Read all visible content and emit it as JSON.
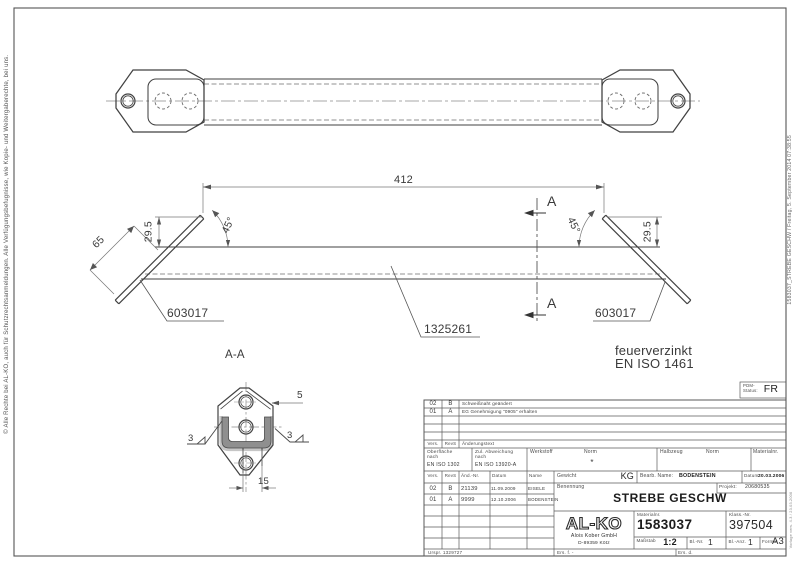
{
  "margins": {
    "copyright": "© Alle Rechte bei AL-KO, auch für Schutzrechtsanmeldungen. Alle Verfügungsbefugnisse, wie Kopie- und Weitergaberechte, bei uns.",
    "print_info": "1583037_STREBE GESCHW / Freitag, 5. September 2014 07:38:55",
    "template_version": "Vorlage vers. 4.3 / 23.03.2006"
  },
  "annotations": {
    "length": "412",
    "height_left": "29.5",
    "height_right": "29.5",
    "angle_left": "45°",
    "angle_right": "45°",
    "plate_length": "65",
    "section_mark_top": "A",
    "section_mark_bottom": "A",
    "section_title": "A-A",
    "part_end_plate_left": "603017",
    "part_end_plate_right": "603017",
    "part_tube": "1325261",
    "finish_line1": "feuerverzinkt",
    "finish_line2": "EN ISO 1461",
    "plate_thickness": "5",
    "weld_left": "3",
    "weld_right": "3",
    "slot_width": "15"
  },
  "pdm": {
    "label": "PDM-\nStatus:",
    "value": "FR"
  },
  "revision_table": {
    "header": {
      "vers": "Vers.",
      "rev": "RevS",
      "text": "Änderungstext"
    },
    "rows": [
      {
        "vers": "02",
        "rev": "B",
        "text": "Schweißnaht geändert"
      },
      {
        "vers": "01",
        "rev": "A",
        "text": "EG Genehmigung \"0905\" erhalten"
      }
    ]
  },
  "tolerance_row": {
    "surface_label": "Oberfläche\nnach",
    "surface_value": "EN ISO 1302",
    "deviation_label": "Zul. Abweichung\nnach",
    "deviation_value": "EN ISO 13920-A",
    "material_label": "Werkstoff",
    "norm1_label": "Norm",
    "norm1_value": "*",
    "semi_label": "Halbzeug",
    "norm2_label": "Norm",
    "materialno_label": "Materialnr."
  },
  "title_block": {
    "history_header": {
      "vers": "Vers.",
      "rev": "RevS",
      "change_no": "Änd.-Nr.",
      "date": "Datum",
      "name": "Name"
    },
    "history_rows": [
      {
        "vers": "02",
        "rev": "B",
        "change_no": "21139",
        "date": "11.09.2009",
        "name": "EISELE"
      },
      {
        "vers": "01",
        "rev": "A",
        "change_no": "9999",
        "date": "12.10.2006",
        "name": "BODENSTEIN"
      }
    ],
    "weight_label": "Gewicht",
    "weight_unit": "KG",
    "editor_label": "Bearb. Name:",
    "editor_value": "BODENSTEIN",
    "date_label": "Datum:",
    "date_value": "20.03.2006",
    "project_label": "Projekt:",
    "project_value": "20680535",
    "designation_label": "Benennung",
    "designation_value": "STREBE GESCHW",
    "company_logo": "AL-KO",
    "company_name": "Alois Kober GmbH",
    "company_city": "D-89359 Kötz",
    "materialno_label": "Materialnr.",
    "materialno_value": "1583037",
    "classno_label": "Klass.-Nr.",
    "classno_value": "397504",
    "scale_label": "Maßstab",
    "scale_value": "1:2",
    "sheetno_label": "Bl.-Nr.",
    "sheetno_value": "1",
    "sheetcount_label": "Bl.-Anz.",
    "sheetcount_value": "1",
    "format_label": "Format",
    "format_value": "A3",
    "origin": "Urspr. 1329727",
    "replaces": "Ers. f. -",
    "replaced_by": "Ers. d."
  }
}
